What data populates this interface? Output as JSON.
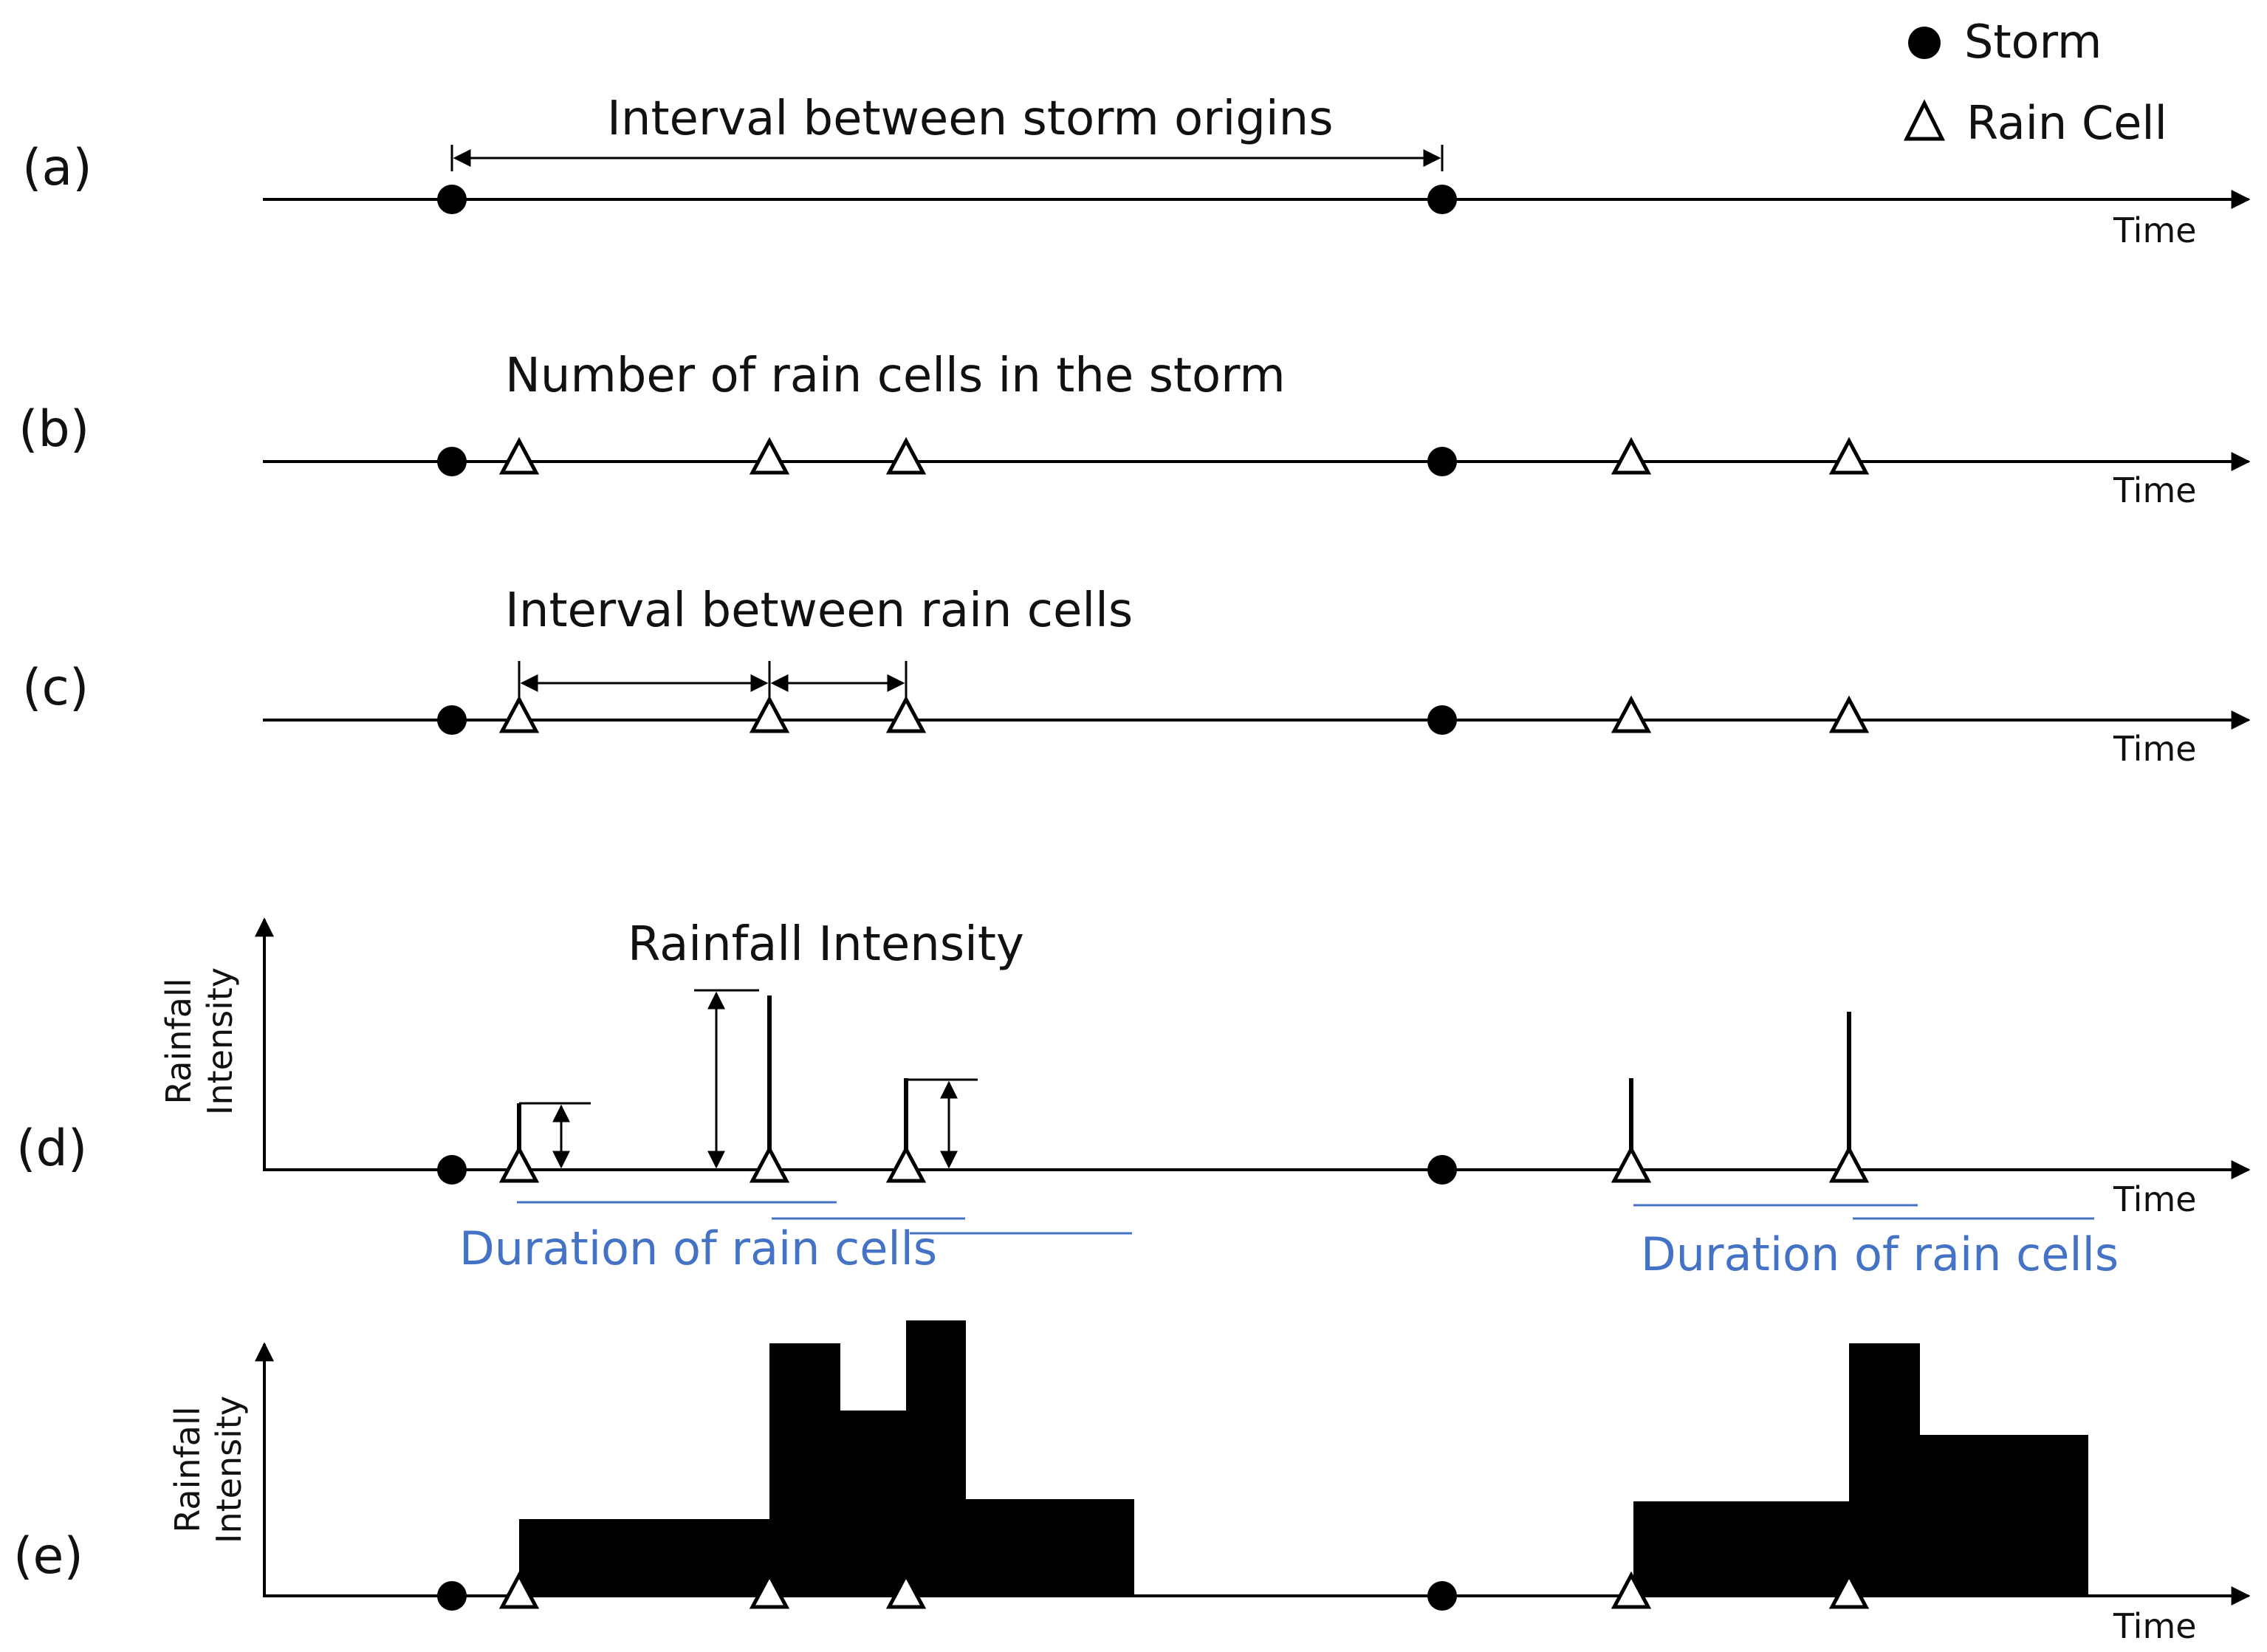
{
  "legend": {
    "storm_label": "Storm",
    "rain_cell_label": "Rain Cell"
  },
  "panels": {
    "a": {
      "tag": "(a)",
      "caption": "Interval between storm origins",
      "time_label": "Time"
    },
    "b": {
      "tag": "(b)",
      "caption": "Number of rain cells in the storm",
      "time_label": "Time"
    },
    "c": {
      "tag": "(c)",
      "caption": "Interval between rain cells",
      "time_label": "Time"
    },
    "d": {
      "tag": "(d)",
      "caption": "Rainfall Intensity",
      "y_label_line1": "Rainfall",
      "y_label_line2": "Intensity",
      "duration_label_left": "Duration of rain cells",
      "duration_label_right": "Duration of rain cells",
      "time_label": "Time"
    },
    "e": {
      "tag": "(e)",
      "y_label_line1": "Rainfall",
      "y_label_line2": "Intensity",
      "time_label": "Time"
    }
  },
  "colors": {
    "ink": "#000000",
    "duration_blue": "#4472c4"
  },
  "icons": {
    "storm": "filled-circle",
    "rain_cell": "open-triangle"
  }
}
